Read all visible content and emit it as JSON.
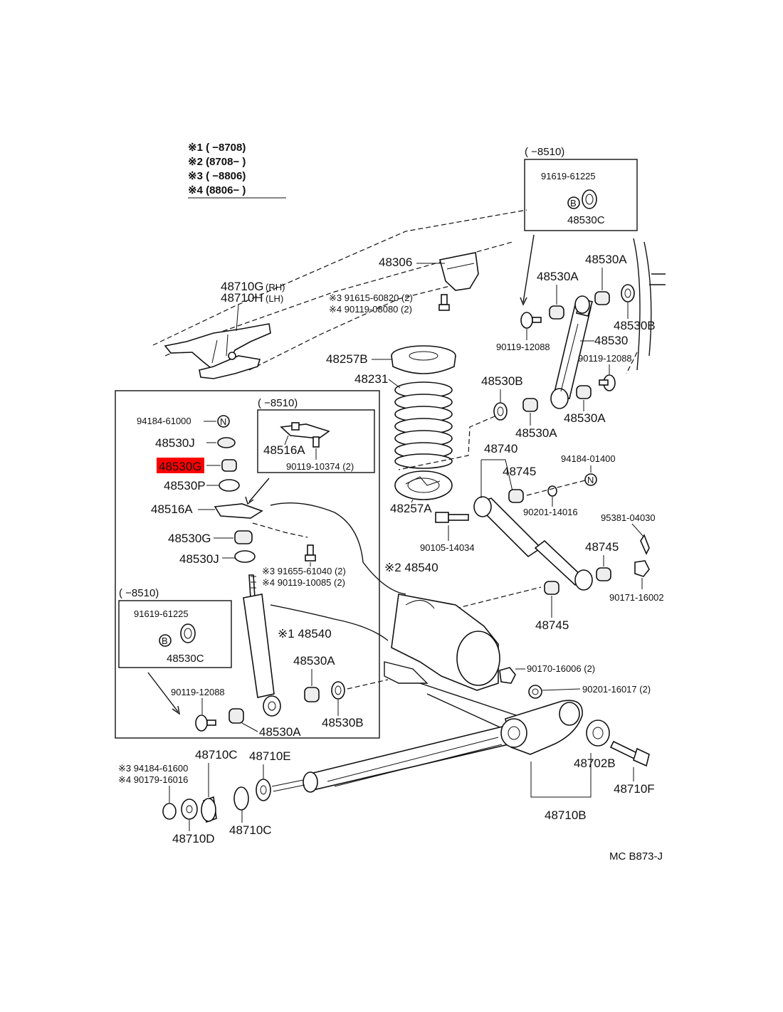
{
  "legend": [
    "※1 (      −8708)",
    "※2 (8708−      )",
    "※3 (      −8806)",
    "※4 (8806−      )"
  ],
  "colors": {
    "highlight": "#ff0000",
    "ink": "#111111"
  },
  "labels": {
    "frame_rh": "48710G",
    "frame_rh_sfx": "(RH)",
    "frame_lh": "48710H",
    "frame_lh_sfx": "(LH)",
    "p48306": "48306",
    "bolt_a3": "※3 91615-60820 (2)",
    "bolt_a4": "※4 90119-08080 (2)",
    "tr_range": "(      −8510)",
    "tr_p1": "91619-61225",
    "tr_badge": "B",
    "tr_p2": "48530C",
    "p48530A_1": "48530A",
    "p48530A_2": "48530A",
    "p48530B_1": "48530B",
    "p48530_main": "48530",
    "bolt_90119_12088_a": "90119-12088",
    "bolt_90119_12088_b": "90119-12088",
    "p48257B": "48257B",
    "p48231": "48231",
    "p48530B_2": "48530B",
    "p48530A_3": "48530A",
    "p48530A_4": "48530A",
    "p48257A": "48257A",
    "p48740": "48740",
    "p48745_1": "48745",
    "nut_94184_01400": "94184-01400",
    "nut_badge_n": "N",
    "washer_90201_14016": "90201-14016",
    "bolt_90105_14034": "90105-14034",
    "pin_95381_04030": "95381-04030",
    "p48745_2": "48745",
    "nut_90171_16002": "90171-16002",
    "p48745_3": "48745",
    "nut_90170_16006": "90170-16006 (2)",
    "washer_90201_16017": "90201-16017 (2)",
    "l_94184_61000": "94184-61000",
    "l_badge_n": "N",
    "l_48530J_1": "48530J",
    "l_48530G_hl": "48530G",
    "l_48530P": "48530P",
    "l_48516A": "48516A",
    "l_48530G_2": "48530G",
    "l_48530J_2": "48530J",
    "in_range": "(      −8510)",
    "in_48516A": "48516A",
    "in_bolt": "90119-10374 (2)",
    "bolt_c3": "※3 91655-61040 (2)",
    "bolt_c4": "※4 90119-10085 (2)",
    "shock_2": "※2 48540",
    "shock_1": "※1 48540",
    "bl_range": "(      −8510)",
    "bl_p1": "91619-61225",
    "bl_badge": "B",
    "bl_p2": "48530C",
    "l_48530A_5": "48530A",
    "l_48530B_3": "48530B",
    "l_90119_12088_c": "90119-12088",
    "l_48530A_6": "48530A",
    "p48710C_1": "48710C",
    "p48710E": "48710E",
    "nut_94184_61600": "※3 94184-61600",
    "nut_90179_16016": "※4 90179-16016",
    "p48710D": "48710D",
    "p48710C_2": "48710C",
    "p48702B": "48702B",
    "p48710F": "48710F",
    "p48710B": "48710B",
    "diagram_code": "MC  B873-J"
  }
}
